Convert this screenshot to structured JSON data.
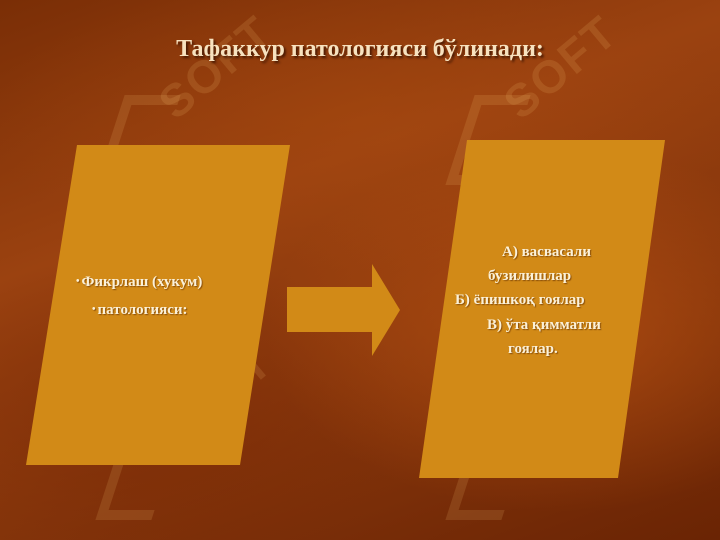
{
  "slide": {
    "title": "Тафаккур патологияси бўлинади:",
    "left_box": {
      "lines": [
        "Фикрлаш (хукум)",
        "патологияси:"
      ],
      "bullet": "•"
    },
    "right_box": {
      "lines": [
        "А) васвасали",
        "бузилишлар",
        "Б) ёпишкоқ гоялар",
        "В) ўта қимматли",
        "гоялар."
      ]
    },
    "watermark_text": "SOFT",
    "colors": {
      "box_fill": "#d28a17",
      "arrow_fill": "#d28a17",
      "title_text": "#f7e2bf",
      "box_text": "#fbf1d9"
    }
  }
}
